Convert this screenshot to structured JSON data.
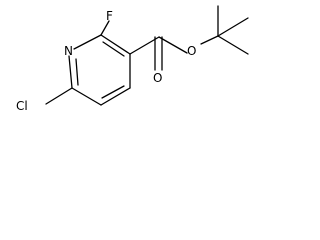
{
  "molecule": {
    "atoms": {
      "nitrogen": "N",
      "fluorine": "F",
      "chlorine": "Cl",
      "ester_oxygen": "O",
      "carbonyl_oxygen": "O"
    },
    "ink_color": "#000000",
    "background_color": "#ffffff"
  }
}
